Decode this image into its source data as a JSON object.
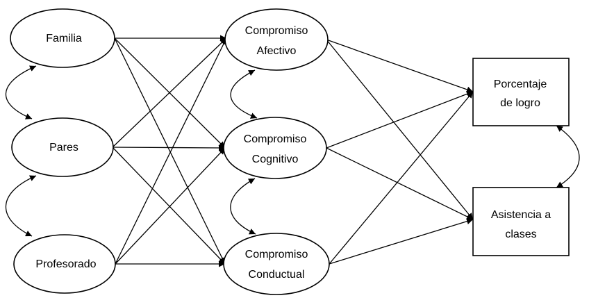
{
  "nodes": {
    "familia": {
      "label": "Familia"
    },
    "pares": {
      "label": "Pares"
    },
    "profesorado": {
      "label": "Profesorado"
    },
    "afectivo": {
      "line1": "Compromiso",
      "line2": "Afectivo"
    },
    "cognitivo": {
      "line1": "Compromiso",
      "line2": "Cognitivo"
    },
    "conductual": {
      "line1": "Compromiso",
      "line2": "Conductual"
    },
    "logro": {
      "line1": "Porcentaje",
      "line2": "de logro"
    },
    "asistencia": {
      "line1": "Asistencia a",
      "line2": "clases"
    }
  },
  "paths": [
    [
      "Familia",
      "Compromiso Afectivo"
    ],
    [
      "Familia",
      "Compromiso Cognitivo"
    ],
    [
      "Familia",
      "Compromiso Conductual"
    ],
    [
      "Pares",
      "Compromiso Afectivo"
    ],
    [
      "Pares",
      "Compromiso Cognitivo"
    ],
    [
      "Pares",
      "Compromiso Conductual"
    ],
    [
      "Profesorado",
      "Compromiso Afectivo"
    ],
    [
      "Profesorado",
      "Compromiso Cognitivo"
    ],
    [
      "Profesorado",
      "Compromiso Conductual"
    ],
    [
      "Compromiso Afectivo",
      "Porcentaje de logro"
    ],
    [
      "Compromiso Afectivo",
      "Asistencia a clases"
    ],
    [
      "Compromiso Cognitivo",
      "Porcentaje de logro"
    ],
    [
      "Compromiso Cognitivo",
      "Asistencia a clases"
    ],
    [
      "Compromiso Conductual",
      "Porcentaje de logro"
    ],
    [
      "Compromiso Conductual",
      "Asistencia a clases"
    ]
  ],
  "correlations": [
    [
      "Familia",
      "Pares"
    ],
    [
      "Pares",
      "Profesorado"
    ],
    [
      "Compromiso Afectivo",
      "Compromiso Cognitivo"
    ],
    [
      "Compromiso Cognitivo",
      "Compromiso Conductual"
    ],
    [
      "Porcentaje de logro",
      "Asistencia a clases"
    ]
  ]
}
